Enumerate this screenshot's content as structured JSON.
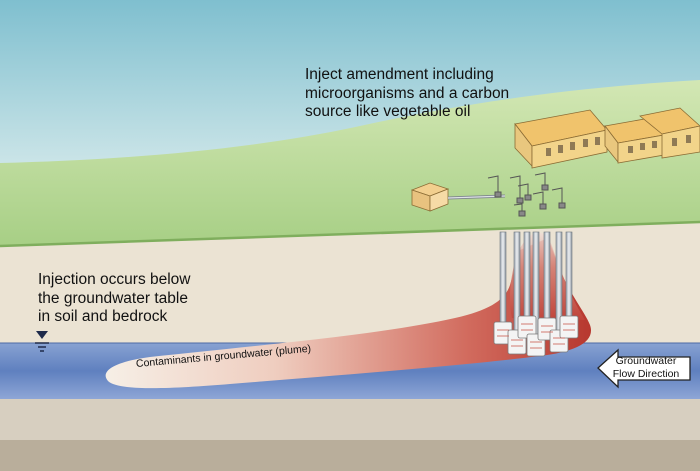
{
  "annotations": {
    "amendment": [
      "Inject amendment including",
      "microorganisms and a carbon",
      "source like vegetable oil"
    ],
    "injection_zone": [
      "Injection occurs below",
      "the groundwater table",
      "in soil and bedrock"
    ],
    "plume": "Contaminants in groundwater (plume)",
    "flow_direction": [
      "Groundwater",
      "Flow Direction"
    ]
  },
  "colors": {
    "sky_top": "#7fbfcf",
    "sky_bottom": "#eef6f3",
    "grass_top": "#c6dfa4",
    "grass_bottom": "#9cc97a",
    "soil": "#ebe3d3",
    "groundwater": "#5f80bf",
    "groundwater_light": "#8ea6d6",
    "bedrock": "#d7cfc0",
    "plume": "#c24a40",
    "building_wall": "#f2d48a",
    "building_roof": "#f0c36c"
  },
  "icons": {
    "water_table": "water-table-icon",
    "flow_arrow": "flow-arrow-icon"
  }
}
